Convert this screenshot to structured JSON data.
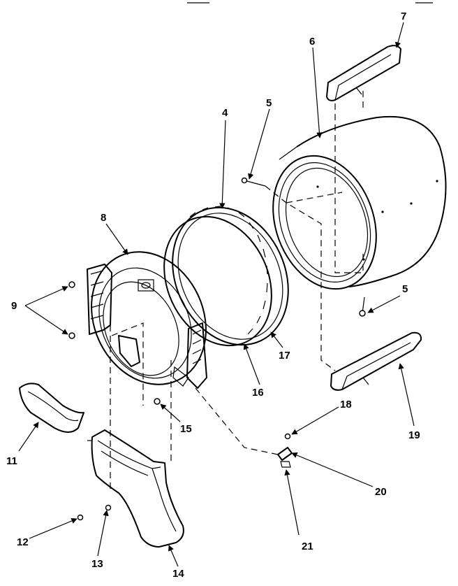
{
  "callouts": {
    "c4": "4",
    "c5a": "5",
    "c5b": "5",
    "c6": "6",
    "c7": "7",
    "c8": "8",
    "c9": "9",
    "c11": "11",
    "c12": "12",
    "c13": "13",
    "c14": "14",
    "c15": "15",
    "c16": "16",
    "c17": "17",
    "c18": "18",
    "c19": "19",
    "c20": "20",
    "c21": "21"
  }
}
